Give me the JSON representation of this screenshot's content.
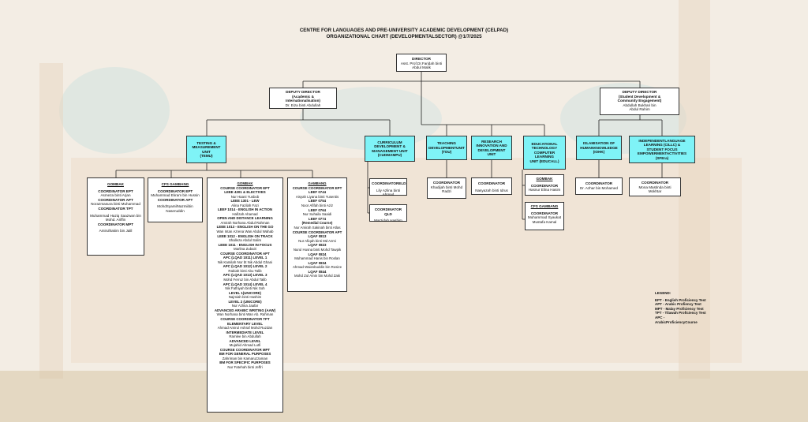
{
  "title": {
    "line1": "CENTRE FOR LANGUAGES AND PRE-UNIVERSITY ACADEMIC DEVELOPMENT (CELPAD)",
    "line2": "ORGANIZATIONAL CHART (DEVELOPMENTALSECTOR) @1/7/2025"
  },
  "director": {
    "role": "DIRECTOR",
    "name1": "Asst. Prof.Dr.Faridah binti",
    "name2": "Abdul Malik"
  },
  "deputy_left": {
    "role1": "DEPUTY DIRECTOR",
    "role2": "(Academic &",
    "role3": "Internationalisation)",
    "name": "Dr. Eiza binti Abdullah"
  },
  "deputy_right": {
    "role1": "DEPUTY DIRECTOR",
    "role2": "(Student Development &",
    "role3": "Community Engagement)",
    "name1": "Abdullah Bukhari bin",
    "name2": "Abdul Rahim"
  },
  "units": {
    "testing": {
      "l1": "TESTING &",
      "l2": "MEASUREMENT UNIT",
      "l3": "(TEMU)"
    },
    "curriculum": {
      "l1": "CURRICULUM",
      "l2": "DEVELOPMENT &",
      "l3": "MANAGEMENT UNIT",
      "l4": "(CUDMAMPU)"
    },
    "teaching": {
      "l1": "TEACHING",
      "l2": "DEVELOPMENTUNIT",
      "l3": "(TDU)"
    },
    "research": {
      "l1": "RESEARCH",
      "l2": "INNOVATION AND",
      "l3": "DEVELOPMENT UNIT"
    },
    "edutech": {
      "l1": "EDUCATIONAL",
      "l2": "TECHNOLOGY",
      "l3": "COMPUTER LEARNING",
      "l4": "UNIT (EDUCALL)"
    },
    "islamisation": {
      "l1": "ISLAMISATION OF",
      "l2": "HUMANKNOWLEDGE",
      "l3": "(IOHK)"
    },
    "independent": {
      "l1": "INDEPENDENTLANGUAGE",
      "l2": "LEARNING (CILLC) &",
      "l3": "STUDENT FOCUS",
      "l4": "EMPOWERMENTACTIVITIES",
      "l5": "(SFEra)"
    }
  },
  "gombak_box": {
    "head": "GOMBAK",
    "c1": "COORDINATOR EPT",
    "n1": "Asmeza binti Arjan",
    "c2": "COORDINATOR APT",
    "n2": "Norazmasura binti Muhammad",
    "c3": "COORDINATOR TPT",
    "n3a": "Muhammad Haziq Saazwan bin",
    "n3b": "Mohd. Ariffin",
    "c4": "COORDINATOR MPT",
    "n4": "Amirulhakim bin Jalil"
  },
  "cfs_box": {
    "head": "CFS GAMBANG",
    "c1": "COORDINATOR EPT",
    "n1": "Muhammad Ekram bin Hussin",
    "c2": "COORDINATOR APT",
    "n2a": "MohdSyamilNazmiibin",
    "n2b": "Naseruddin"
  },
  "gombak_course": [
    [
      "u",
      "GOMBAK"
    ],
    [
      "b",
      "COURSE COORDINATOR EPT"
    ],
    [
      "b",
      "LEEE 4301 & ELECTIVES"
    ],
    [
      "n",
      "Nur Haani Yusbob"
    ],
    [
      "b",
      "LEEE 1301 - LEW"
    ],
    [
      "n",
      "Alina Fazilah Fazi"
    ],
    [
      "b",
      "LEEF 1014 - ENGLISH IN ACTION"
    ],
    [
      "n",
      "Hafizah Ahamad"
    ],
    [
      "b",
      "OPEN AND DISTANCE LEARNING"
    ],
    [
      "n",
      "Amirah Norhana Abdul Rahman"
    ],
    [
      "b",
      "LEEE 1013 - ENGLISH ON THE GO"
    ],
    [
      "n",
      "Wan Intan Azrena Wan Abdul Wahab"
    ],
    [
      "b",
      "LEEE 1012 - ENGLISH ON TRACK"
    ],
    [
      "n",
      "Shalleza Abdul Salim"
    ],
    [
      "b",
      "LEEE 1011 - ENGLISH IN FOCUS"
    ],
    [
      "n",
      "Marlina Zubairi"
    ],
    [
      "b",
      "COURSE COORDINATOR APT"
    ],
    [
      "b",
      "APC (LQAD 1011) LEVEL 1"
    ],
    [
      "n",
      "Nik Kamilah Nor bt Nik Abdul Ghani"
    ],
    [
      "b",
      "APC (LQAD 1012) LEVEL 2"
    ],
    [
      "n",
      "Rabiah binti Abu Talib"
    ],
    [
      "b",
      "APC (LQAD 1013) LEVEL 3"
    ],
    [
      "n",
      "Mohd Ferruz bin Abdul Talib"
    ],
    [
      "b",
      "APC (LQAD 1014) LEVEL 4"
    ],
    [
      "n",
      "Nik Fathiyah binti Nik Soh"
    ],
    [
      "b",
      "LEVEL 1(UNICORE)"
    ],
    [
      "n",
      "Najmiah binti Hashim"
    ],
    [
      "b",
      "LEVEL 2 (UNICORE)"
    ],
    [
      "n",
      "Nur Azlina Jaafar"
    ],
    [
      "b",
      "ADVANCED ARABIC WRITING (AAW)"
    ],
    [
      "n",
      "Wan Norhana binti Wan Ab. Rahman"
    ],
    [
      "b",
      "COURSE COORDINATOR TPT"
    ],
    [
      "b",
      "ELEMENTARY LEVEL"
    ],
    [
      "n",
      "Ahmad Amirul Ashraf Mohd Ruzdan"
    ],
    [
      "b",
      "INTERMEDIATE LEVEL"
    ],
    [
      "n",
      "Ramlee bin Abdullah"
    ],
    [
      "b",
      "ADVANCED LEVEL"
    ],
    [
      "n",
      "Mujahid Ahmad Lutfi"
    ],
    [
      "b",
      "COURSE COORDINATOR MPT"
    ],
    [
      "b",
      "BM FOR GENERAL PURPOSES"
    ],
    [
      "n",
      "Zahriman bin Kamaruzzaman"
    ],
    [
      "b",
      "BM FOR SPECIFIC PURPOSES"
    ],
    [
      "n",
      "Nur Fatehah binti Jeffri"
    ]
  ],
  "gambang_course": [
    [
      "u",
      "GAMBANG"
    ],
    [
      "b",
      "COURSE COORDINATOR EPT"
    ],
    [
      "b",
      "LEEF 0744"
    ],
    [
      "n",
      "Aisyah Liyana binti Yusentis"
    ],
    [
      "b",
      "LEEF 0754"
    ],
    [
      "n",
      "Noor Afifah binti Aziz"
    ],
    [
      "b",
      "LEEF 0764"
    ],
    [
      "n",
      "Nur Suhaila Saaidi"
    ],
    [
      "b",
      "LEEF 0774"
    ],
    [
      "b",
      "(Remedial Course)"
    ],
    [
      "n",
      "Nur Amirah Sakinah binti Atlas"
    ],
    [
      "b",
      "COURSE COORDINATOR APT"
    ],
    [
      "b",
      "LQAF 0813"
    ],
    [
      "n",
      "Nur Afiqah binti Md Azmi"
    ],
    [
      "b",
      "LQAF 0823"
    ],
    [
      "n",
      "Nurul Husna binti Mohd Tawpik"
    ],
    [
      "b",
      "LQAF 0824"
    ],
    [
      "n",
      "Muhammad Hanis bin Roslan"
    ],
    [
      "b",
      "LQAF 0834"
    ],
    [
      "n",
      "Ahmad Waiesbuddin bin Rosize"
    ],
    [
      "b",
      "LQAF 0844"
    ],
    [
      "n",
      "Mohd Zul Amin bin Mohd Zaki"
    ]
  ],
  "coord_eld": {
    "c": "COORDINATORELD",
    "n": "Lily Azlina binti Ahmad"
  },
  "coord_qld": {
    "c": "COORDINATOR QLD",
    "n": "Marzidah Hashim"
  },
  "teaching_coord": {
    "c": "COORDINATOR",
    "n1": "Khadijah binti Mohd",
    "n2": "Radzi"
  },
  "research_coord": {
    "c": "COORDINATOR",
    "n": "Nasyazah binti Idrus"
  },
  "edu_gombak": {
    "head": "GOMBAK",
    "c": "COORDINATOR",
    "n": "Hasnur Elina Hasim"
  },
  "edu_cfs": {
    "head": "CFS GAMBANG",
    "c": "COORDINATOR",
    "n1": "Muhammad Syaukat",
    "n2": "Mustafa Kamal"
  },
  "isl_coord": {
    "c": "COORDINATOR",
    "n": "Dr. Azhar bin Mohamed"
  },
  "ind_coord": {
    "c": "COORDINATOR",
    "n1": "Mona Mastinda binti",
    "n2": "Mokhtar"
  },
  "legend": {
    "head": "LEGEND:",
    "items": [
      "EPT - English Proficiency Test",
      "APT - Arabic Profiency Test",
      "MPT - Malay Proficiency Test",
      "TPT - Tilawah Proficiency Test",
      "APC - ArabicProficiencyCourse"
    ]
  }
}
